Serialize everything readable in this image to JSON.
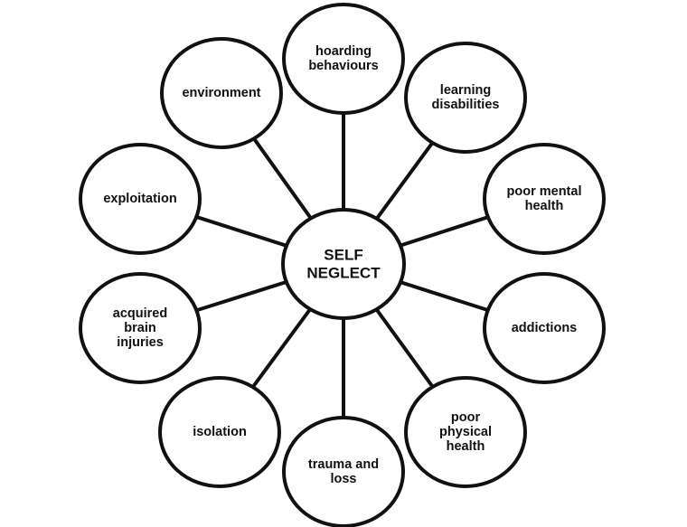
{
  "center": {
    "lines": [
      "SELF",
      "NEGLECT"
    ]
  },
  "nodes": [
    {
      "id": "hoarding",
      "lines": [
        "hoarding",
        "behaviours"
      ]
    },
    {
      "id": "learning",
      "lines": [
        "learning",
        "disabilities"
      ]
    },
    {
      "id": "mental",
      "lines": [
        "poor mental",
        "health"
      ]
    },
    {
      "id": "addictions",
      "lines": [
        "addictions"
      ]
    },
    {
      "id": "physical",
      "lines": [
        "poor",
        "physical",
        "health"
      ]
    },
    {
      "id": "trauma",
      "lines": [
        "trauma and",
        "loss"
      ]
    },
    {
      "id": "isolation",
      "lines": [
        "isolation"
      ]
    },
    {
      "id": "brain",
      "lines": [
        "acquired",
        "brain",
        "injuries"
      ]
    },
    {
      "id": "exploitation",
      "lines": [
        "exploitation"
      ]
    },
    {
      "id": "environment",
      "lines": [
        "environment"
      ]
    }
  ],
  "colors": {
    "stroke": "#111111",
    "fill": "#ffffff",
    "text": "#111111"
  }
}
